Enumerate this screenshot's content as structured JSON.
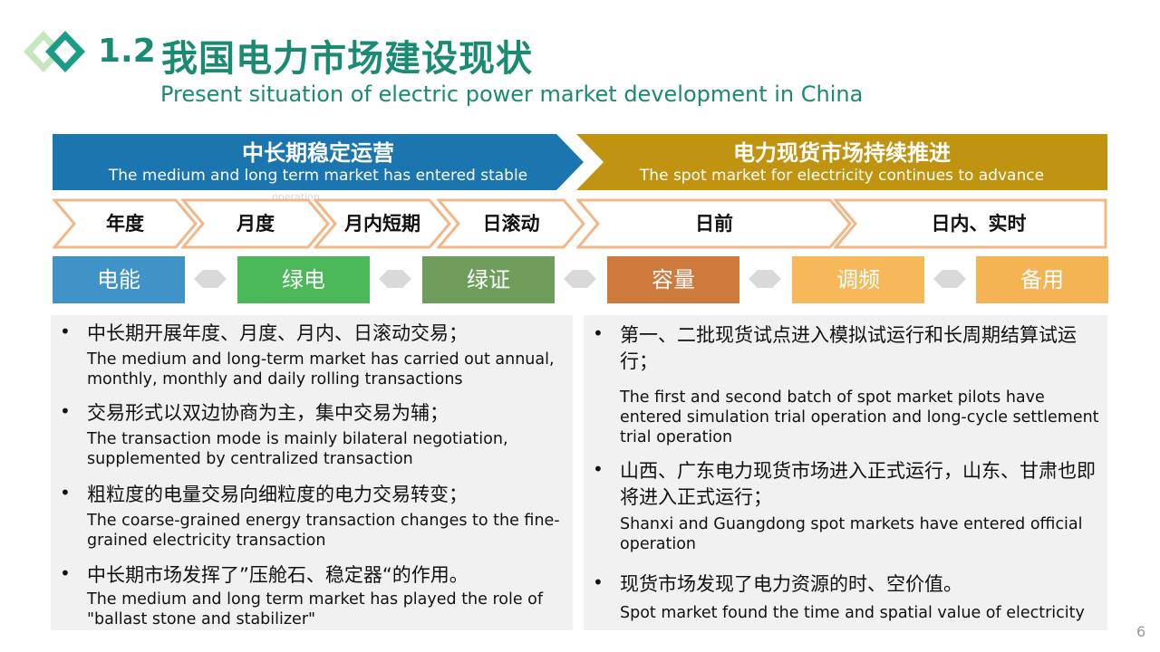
{
  "header": {
    "number": "1.2",
    "title": "我国电力市场建设现状",
    "subtitle": "Present situation of electric power market development in China"
  },
  "banners": [
    {
      "cn": "中长期稳定运营",
      "en": "The medium and long term market has entered stable",
      "color": "#1b75ae"
    },
    {
      "cn": "电力现货市场持续推进",
      "en": "The spot market for electricity continues to advance",
      "color": "#c09310"
    }
  ],
  "watermark": "operation",
  "stages": [
    "年度",
    "月度",
    "月内短期",
    "日滚动",
    "日前",
    "日内、实时"
  ],
  "products": [
    {
      "label": "电能",
      "color": "#3f93c7"
    },
    {
      "label": "绿电",
      "color": "#4bb85a"
    },
    {
      "label": "绿证",
      "color": "#6f9d5b"
    },
    {
      "label": "容量",
      "color": "#cf7a3d"
    },
    {
      "label": "调频",
      "color": "#f7b85a"
    },
    {
      "label": "备用",
      "color": "#f5b454"
    }
  ],
  "left_points": [
    {
      "cn": "中长期开展年度、月度、月内、日滚动交易；",
      "en": "The medium and long-term market has carried out annual, monthly, monthly and daily rolling transactions"
    },
    {
      "cn": "交易形式以双边协商为主，集中交易为辅；",
      "en": "The transaction mode is mainly bilateral negotiation, supplemented by centralized transaction"
    },
    {
      "cn": "粗粒度的电量交易向细粒度的电力交易转变；",
      "en": "The coarse-grained energy transaction changes to the fine-grained electricity transaction"
    },
    {
      "cn": "中长期市场发挥了”压舱石、稳定器“的作用。",
      "en": "The medium and long term market has played the role of \"ballast stone and stabilizer\""
    }
  ],
  "right_points": [
    {
      "cn": "第一、二批现货试点进入模拟试运行和长周期结算试运行；",
      "en": "The first and second batch of spot market pilots have entered simulation trial operation and long-cycle settlement trial operation"
    },
    {
      "cn": "山西、广东电力现货市场进入正式运行，山东、甘肃也即将进入正式运行；",
      "en": "Shanxi and Guangdong spot markets have entered official operation"
    },
    {
      "cn": "现货市场发现了电力资源的时、空价值。",
      "en": "Spot market found the time and spatial value of electricity"
    }
  ],
  "bullet_symbol": "•",
  "page_number": "6",
  "colors": {
    "accent": "#1a8a72",
    "stage_border": "#f0b789",
    "diamond": "#d9d9d9",
    "panel": "#f1f1f1"
  }
}
